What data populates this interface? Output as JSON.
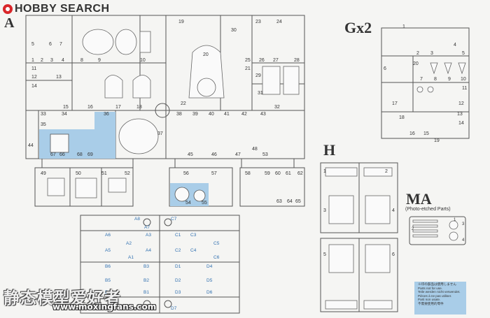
{
  "header": {
    "brand": "HOBBY SEARCH",
    "logo_icon": "hobby-search-logo-icon",
    "accent": "#d9262a"
  },
  "sprues": {
    "a": {
      "letter": "A",
      "numbers": [
        "1",
        "2",
        "3",
        "4",
        "5",
        "6",
        "7",
        "8",
        "9",
        "10",
        "11",
        "12",
        "13",
        "14",
        "15",
        "16",
        "17",
        "18",
        "19",
        "20",
        "21",
        "22",
        "23",
        "24",
        "25",
        "26",
        "27",
        "28",
        "29",
        "30",
        "31",
        "32",
        "33",
        "34",
        "35",
        "36",
        "37",
        "38",
        "39",
        "40",
        "41",
        "42",
        "43",
        "44",
        "45",
        "46",
        "47",
        "48",
        "49",
        "50",
        "51",
        "52",
        "53",
        "54",
        "55",
        "56",
        "57",
        "58",
        "59",
        "60",
        "61",
        "62",
        "63",
        "64",
        "65",
        "66",
        "67",
        "68",
        "69"
      ],
      "bottom_labels": [
        "A8",
        "A7",
        "C7",
        "A6",
        "A5",
        "A3",
        "A4",
        "A2",
        "A1",
        "B6",
        "B5",
        "B4",
        "B3",
        "B2",
        "B1",
        "C1",
        "C2",
        "C3",
        "C4",
        "C5",
        "C6",
        "D1",
        "D2",
        "D3",
        "D4",
        "D5",
        "D6",
        "B7",
        "D7"
      ]
    },
    "gx2": {
      "letter": "Gx2",
      "numbers": [
        "1",
        "2",
        "3",
        "4",
        "5",
        "6",
        "7",
        "8",
        "9",
        "10",
        "11",
        "12",
        "13",
        "14",
        "15",
        "16",
        "17",
        "18",
        "19",
        "20"
      ]
    },
    "h": {
      "letter": "H",
      "numbers": [
        "1",
        "2",
        "3",
        "4",
        "5",
        "6"
      ]
    },
    "ma": {
      "letter": "MA",
      "subtitle": "(Photo-etched Parts)",
      "numbers": [
        "1",
        "2",
        "3",
        "4"
      ]
    }
  },
  "notes": {
    "lines": [
      "※印の部品は使用しません",
      "Parts not for use.",
      "Teile werden nicht verwendet.",
      "Pièces à ne pas utiliser.",
      "Parti non usate.",
      "不需要使用的零件"
    ],
    "highlight_color": "#a9cde8"
  },
  "watermark": {
    "text": "静态模型爱好者",
    "url": "www.moxingfans.com"
  }
}
